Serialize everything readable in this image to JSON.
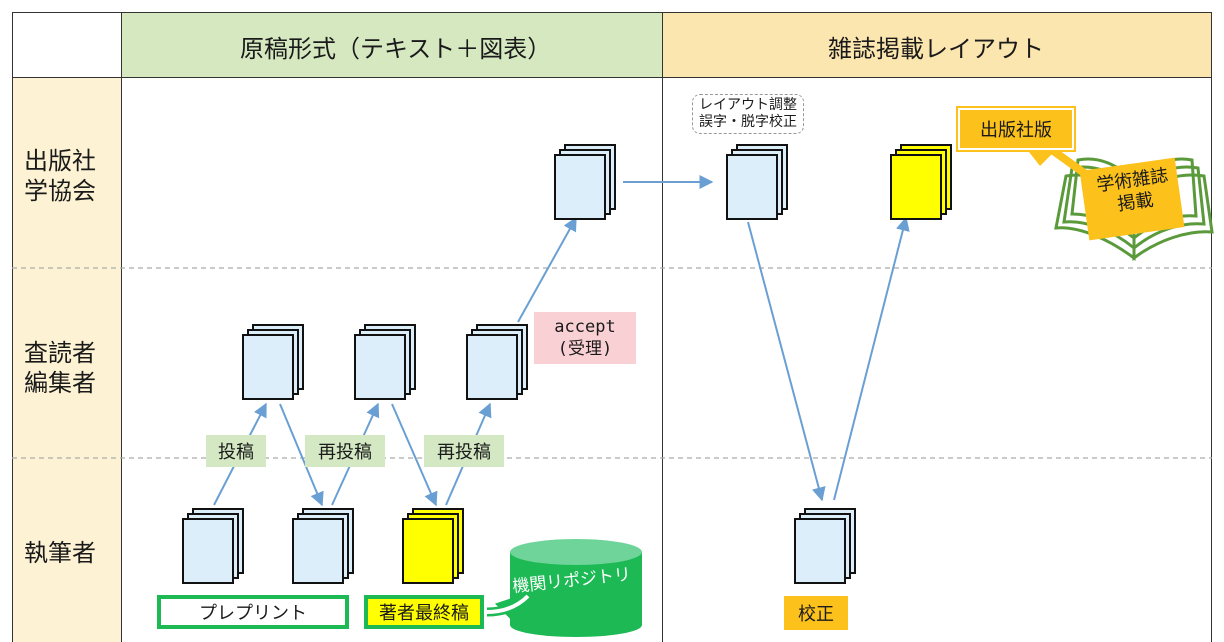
{
  "header": {
    "col1": "原稿形式（テキスト＋図表）",
    "col2": "雑誌掲載レイアウト"
  },
  "rows": {
    "publisher": [
      "出版社",
      "学協会"
    ],
    "reviewer": [
      "査読者",
      "編集者"
    ],
    "author": "執筆者"
  },
  "labels": {
    "submit": "投稿",
    "resubmit1": "再投稿",
    "resubmit2": "再投稿",
    "accept_line1": "accept",
    "accept_line2": "(受理)",
    "layout_line1": "レイアウト調整",
    "layout_line2": "誤字・脱字校正",
    "publisher_version": "出版社版",
    "journal_line1": "学術雑誌",
    "journal_line2": "掲載",
    "preprint": "プレプリント",
    "author_final": "著者最終稿",
    "repository": "機関リポジトリ",
    "proof": "校正"
  },
  "colors": {
    "header_green": "#d6e8c0",
    "header_yellow": "#fce6b0",
    "side_yellow": "#fdf3d4",
    "doc_blue": "#ddeefb",
    "doc_yellow": "#ffff00",
    "arrow": "#6a9fd4",
    "tag_green": "#d3e8c3",
    "tag_pink": "#f9d0d3",
    "tag_orange": "#fcc21b",
    "repo_green": "#1db954",
    "book_green": "#5a9a3a"
  }
}
